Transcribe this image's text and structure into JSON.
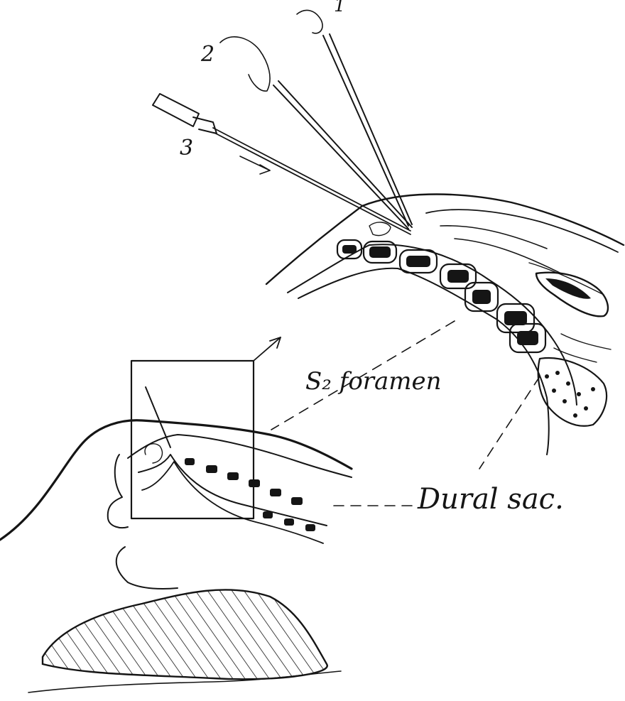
{
  "labels": {
    "needle_1": "1",
    "needle_2": "2",
    "needle_3": "3",
    "s2_foramen": "S₂ foramen",
    "dural_sac": "Dural sac."
  },
  "colors": {
    "ink": "#151515",
    "paper": "#ffffff"
  }
}
